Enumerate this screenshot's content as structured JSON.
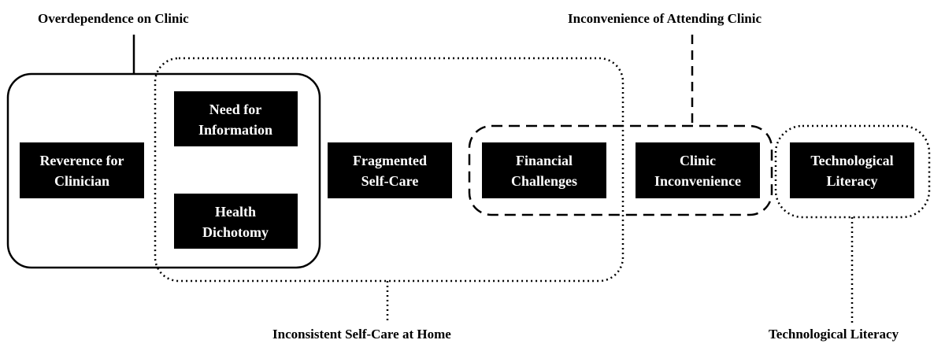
{
  "categories": {
    "overdependence": "Overdependence on Clinic",
    "inconvenience": "Inconvenience of Attending Clinic",
    "inconsistent": "Inconsistent Self-Care at Home",
    "technological": "Technological Literacy"
  },
  "codes": {
    "reverence": [
      "Reverence for",
      "Clinician"
    ],
    "need_info": [
      "Need for",
      "Information"
    ],
    "health_dichotomy": [
      "Health",
      "Dichotomy"
    ],
    "fragmented": [
      "Fragmented",
      "Self-Care"
    ],
    "financial": [
      "Financial",
      "Challenges"
    ],
    "clinic_inconvenience": [
      "Clinic",
      "Inconvenience"
    ],
    "tech_literacy": [
      "Technological",
      "Literacy"
    ]
  }
}
